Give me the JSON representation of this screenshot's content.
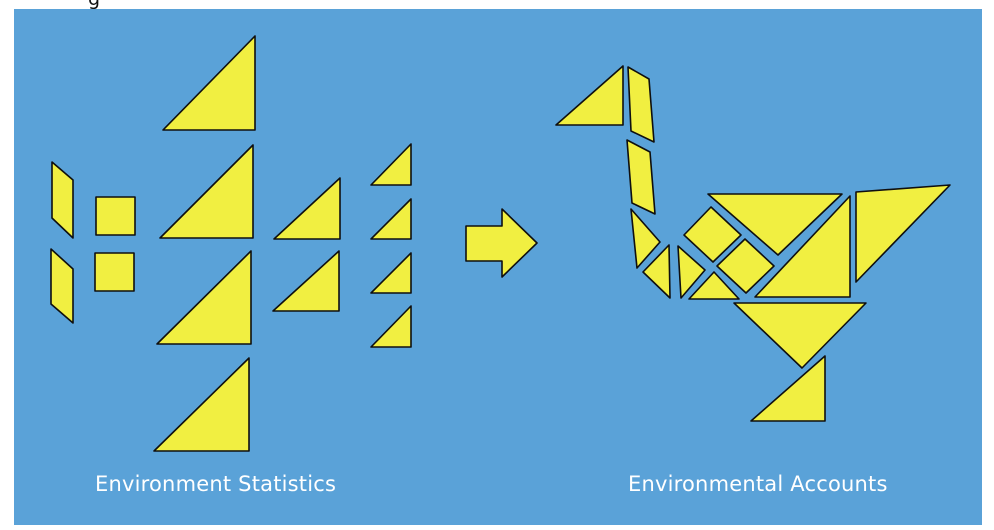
{
  "labels": {
    "left": "Environment Statistics",
    "right": "Environmental Accounts",
    "top_cut": "g"
  },
  "colors": {
    "background": "#5aa2d8",
    "piece_fill": "#f1ef41",
    "piece_stroke": "#0f0f0f",
    "label": "#ffffff"
  },
  "icons": {
    "arrow": "right-arrow-icon"
  }
}
